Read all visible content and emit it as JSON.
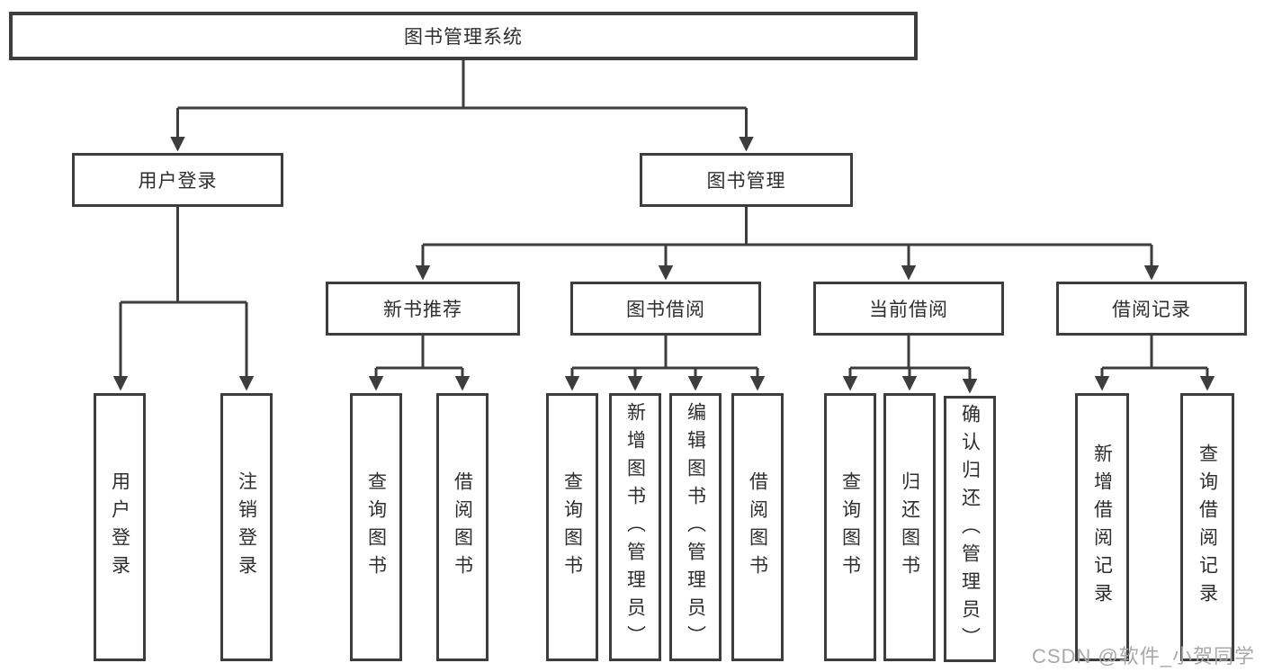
{
  "diagram": {
    "type": "hierarchy-tree",
    "background": "#ffffff",
    "border_color": "#3d3d3d",
    "line_color": "#3d3d3d",
    "text_color": "#2e2e2e",
    "nodes": {
      "root": {
        "label": "图书管理系统"
      },
      "user_login": {
        "label": "用户登录"
      },
      "book_mgmt": {
        "label": "图书管理"
      },
      "new_book_rec": {
        "label": "新书推荐"
      },
      "book_borrow": {
        "label": "图书借阅"
      },
      "current_borrow": {
        "label": "当前借阅"
      },
      "borrow_records": {
        "label": "借阅记录"
      },
      "leaf_user_login": {
        "label": "用户登录"
      },
      "leaf_logout": {
        "label": "注销登录"
      },
      "leaf_rec_query_book": {
        "label": "查询图书"
      },
      "leaf_rec_borrow_book": {
        "label": "借阅图书"
      },
      "leaf_bor_query_book": {
        "label": "查询图书"
      },
      "leaf_bor_add_book": {
        "label": "新增图书（管理员）"
      },
      "leaf_bor_edit_book": {
        "label": "编辑图书（管理员）"
      },
      "leaf_bor_borrow_book": {
        "label": "借阅图书"
      },
      "leaf_cur_query_book": {
        "label": "查询图书"
      },
      "leaf_cur_return_book": {
        "label": "归还图书"
      },
      "leaf_cur_confirm_return": {
        "label": "确认归还（管理员）"
      },
      "leaf_log_add_record": {
        "label": "新增借阅记录"
      },
      "leaf_log_query_record": {
        "label": "查询借阅记录"
      }
    },
    "edges": [
      [
        "图书管理系统",
        "用户登录"
      ],
      [
        "图书管理系统",
        "图书管理"
      ],
      [
        "用户登录",
        "用户登录(叶)"
      ],
      [
        "用户登录",
        "注销登录"
      ],
      [
        "图书管理",
        "新书推荐"
      ],
      [
        "图书管理",
        "图书借阅"
      ],
      [
        "图书管理",
        "当前借阅"
      ],
      [
        "图书管理",
        "借阅记录"
      ],
      [
        "新书推荐",
        "查询图书"
      ],
      [
        "新书推荐",
        "借阅图书"
      ],
      [
        "图书借阅",
        "查询图书"
      ],
      [
        "图书借阅",
        "新增图书（管理员）"
      ],
      [
        "图书借阅",
        "编辑图书（管理员）"
      ],
      [
        "图书借阅",
        "借阅图书"
      ],
      [
        "当前借阅",
        "查询图书"
      ],
      [
        "当前借阅",
        "归还图书"
      ],
      [
        "当前借阅",
        "确认归还（管理员）"
      ],
      [
        "借阅记录",
        "新增借阅记录"
      ],
      [
        "借阅记录",
        "查询借阅记录"
      ]
    ],
    "watermark": {
      "text": "CSDN @软件_小贺同学",
      "color": "#a9a9a9"
    }
  }
}
